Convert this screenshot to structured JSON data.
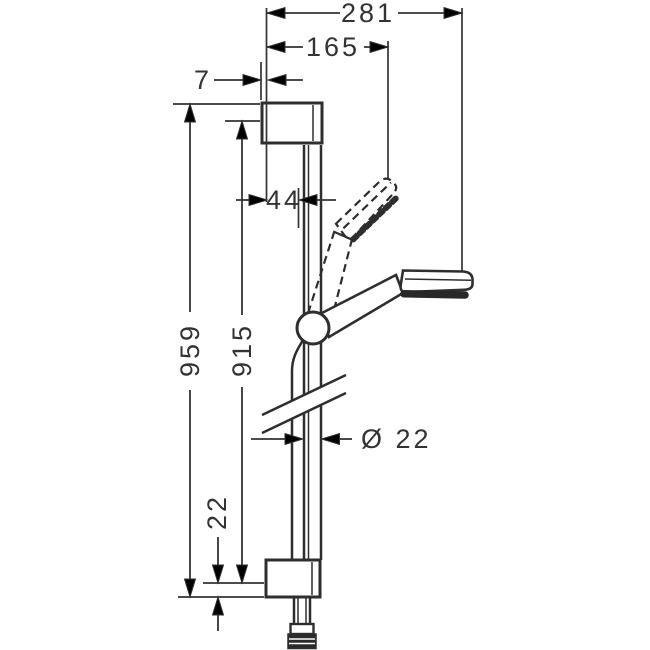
{
  "drawing": {
    "type": "technical-dimension-drawing",
    "subject": "shower slide bar set with hand shower, side view",
    "background": "#ffffff",
    "line_color": "#2e2e2e",
    "dim_color": "#333333",
    "spray_color": "#282828",
    "nut_color": "#2b2b2b",
    "labels": {
      "width_overall": "281",
      "width_to_holder": "165",
      "offset_top": "7",
      "wall_to_rail": "44",
      "height_overall": "959",
      "height_holes": "915",
      "rail_diameter": "Ø 22",
      "offset_bottom": "22"
    }
  }
}
